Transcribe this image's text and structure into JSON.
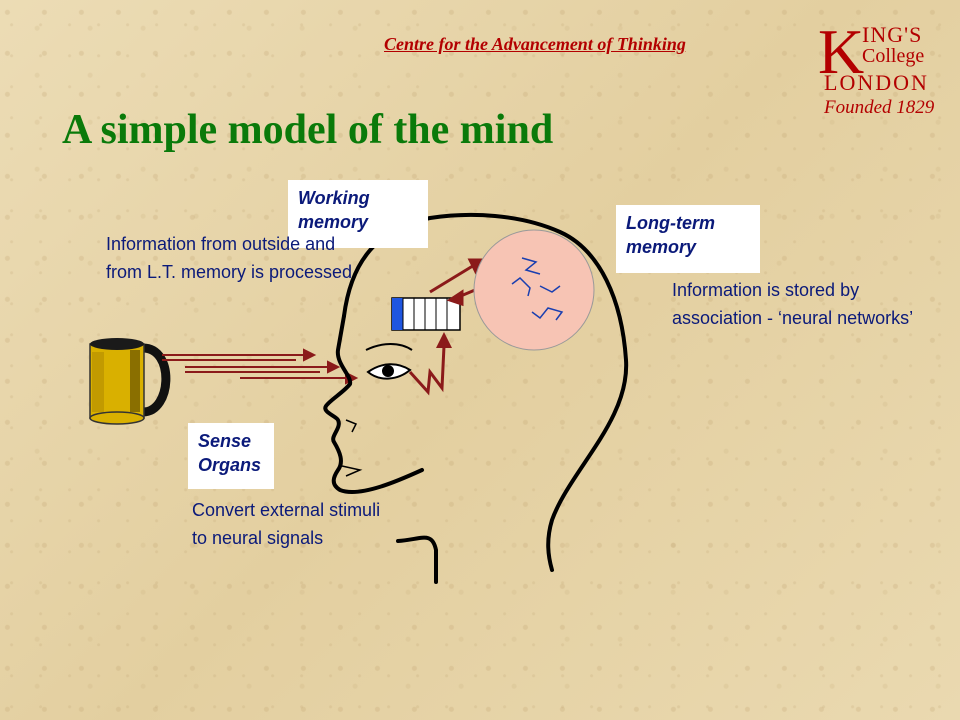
{
  "header": {
    "link_text": "Centre for the Advancement of Thinking"
  },
  "logo": {
    "k": "K",
    "line1": "ING'S",
    "line2": "College",
    "line3": "LONDON",
    "line4": "Founded 1829"
  },
  "title": "A simple model of the mind",
  "labels": {
    "working_memory": "Working memory",
    "long_term_memory": "Long-term memory",
    "sense_organs": "Sense Organs"
  },
  "descriptions": {
    "working_memory": "Information from outside and from L.T. memory is processed",
    "long_term_memory": "Information is stored by association - ‘neural networks’",
    "sense_organs": "Convert external stimuli to neural signals"
  },
  "colors": {
    "title": "#0a7a0a",
    "header": "#b30000",
    "label_text": "#0b1a7a",
    "memory_blob": "#f7c4b4",
    "arrow": "#8b1a1a",
    "mug": "#d9b000"
  },
  "icons": [
    "mug-icon",
    "head-outline",
    "eye-icon",
    "memory-buffer-icon",
    "long-term-memory-blob"
  ]
}
